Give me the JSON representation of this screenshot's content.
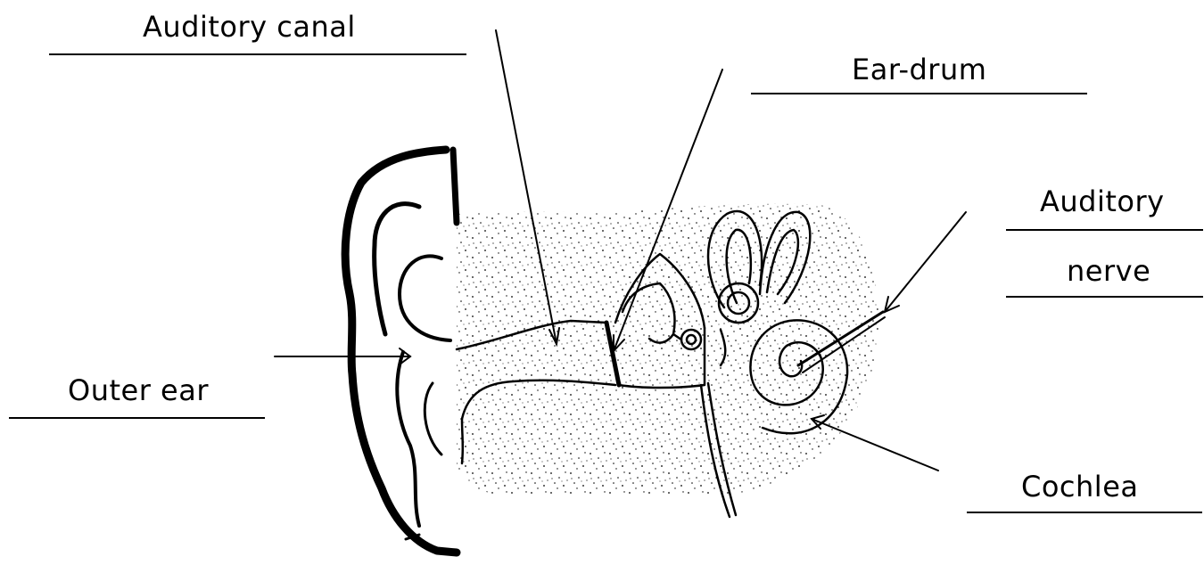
{
  "labels": {
    "auditory_canal": "Auditory canal",
    "ear_drum": "Ear-drum",
    "auditory_nerve_line1": "Auditory",
    "auditory_nerve_line2": "nerve",
    "outer_ear": "Outer ear",
    "cochlea": "Cochlea"
  },
  "colors": {
    "ink": "#000000",
    "background": "#ffffff"
  }
}
